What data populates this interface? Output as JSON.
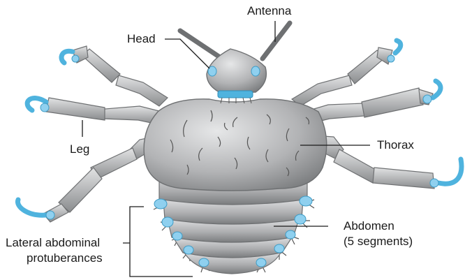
{
  "labels": {
    "antenna": "Antenna",
    "head": "Head",
    "leg": "Leg",
    "thorax": "Thorax",
    "abdomen": "Abdomen",
    "abdomen_sub": "(5 segments)",
    "lateral_line1": "Lateral abdominal",
    "lateral_line2": "protuberances"
  },
  "colors": {
    "body": "#a9aaac",
    "body_dark": "#6e7072",
    "accent": "#4fb3de",
    "leader": "#1a1a1a"
  }
}
